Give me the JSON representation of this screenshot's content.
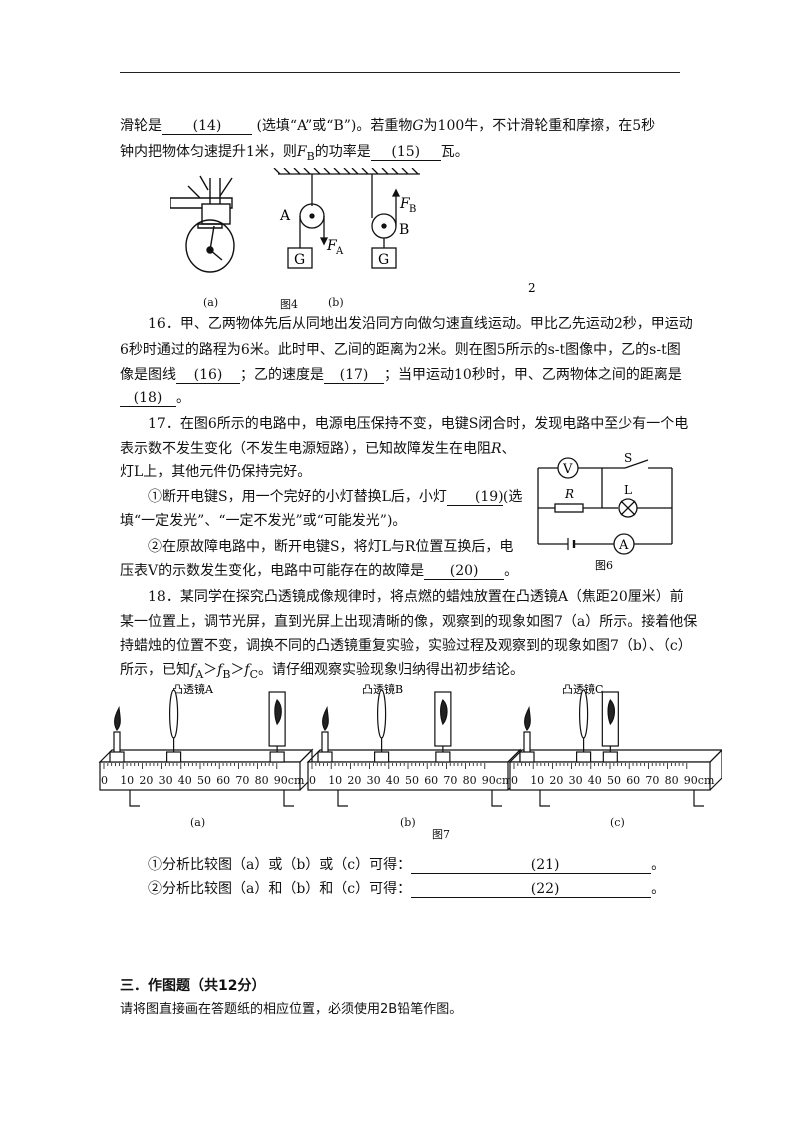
{
  "q15": {
    "line1_a": "滑轮是",
    "blank14": "(14)",
    "line1_b": "(选填“A”或“B”)。若重物",
    "G": "G",
    "line1_c": "为100牛，不计滑轮重和摩擦，在5秒",
    "line2_a": "钟内把物体匀速提升1米，则",
    "FB": "F",
    "FB_sub": "B",
    "line2_b": "的功率是",
    "blank15": "(15)",
    "line2_c": "瓦。"
  },
  "fig4": {
    "caption_a": "(a)",
    "caption": "图4",
    "caption_b": "(b)",
    "label_A": "A",
    "label_B": "B",
    "label_G1": "G",
    "label_G2": "G",
    "label_FA": "F",
    "label_FA_sub": "A",
    "label_FB": "F",
    "label_FB_sub": "B",
    "page_mark": "2"
  },
  "q16": {
    "line1": "16．甲、乙两物体先后从同地出发沿同方向做匀速直线运动。甲比乙先运动2秒，甲运动",
    "line2": "6秒时通过的路程为6米。此时甲、乙间的距离为2米。则在图5所示的s-t图像中，乙的s-t图",
    "line3_a": "像是图线",
    "blank16": "(16)",
    "line3_b": "；乙的速度是",
    "blank17": "(17)",
    "line3_c": "；当甲运动10秒时，甲、乙两物体之间的距离是",
    "blank18": "(18)",
    "line4_end": "。"
  },
  "q17": {
    "line1": "17．在图6所示的电路中，电源电压保持不变，电键S闭合时，发现电路中至少有一个电",
    "line2_a": "表示数不发生变化（不发生电源短路），已知故障发生在电阻",
    "R": "R",
    "line2_b": "、",
    "line3": "灯L上，其他元件仍保持完好。",
    "line4_a": "①断开电键S，用一个完好的小灯替换L后，小灯",
    "blank19": "(19)",
    "line4_b": "(选",
    "line5": "填“一定发光”、“一定不发光”或“可能发光”)。",
    "line6": "②在原故障电路中，断开电键S，将灯L与R位置互换后，电",
    "line7_a": "压表V的示数发生变化，电路中可能存在的故障是",
    "blank20": "(20)",
    "line7_b": "。"
  },
  "fig6": {
    "V": "V",
    "S": "S",
    "R": "R",
    "L": "L",
    "A": "A",
    "caption": "图6"
  },
  "q18": {
    "line1": "18．某同学在探究凸透镜成像规律时，将点燃的蜡烛放置在凸透镜A（焦距20厘米）前",
    "line2": "某一位置上，调节光屏，直到光屏上出现清晰的像，观察到的现象如图7（a）所示。接着他保",
    "line3": "持蜡烛的位置不变，调换不同的凸透镜重复实验，实验过程及观察到的现象如图7（b）、（c）",
    "line4_a": "所示，已知",
    "f": "f",
    "subA": "A",
    "subB": "B",
    "subC": "C",
    "gt": "＞",
    "line4_b": "。请仔细观察实验现象归纳得出初步结论。"
  },
  "fig7": {
    "lens_a": "凸透镜A",
    "lens_b": "凸透镜B",
    "lens_c": "凸透镜C",
    "ticks": [
      "0",
      "10",
      "20",
      "30",
      "40",
      "50",
      "60",
      "70",
      "80",
      "90cm"
    ],
    "caption_a": "(a)",
    "caption_b": "(b)",
    "caption_c": "(c)",
    "caption": "图7"
  },
  "analysis": {
    "line1": "①分析比较图（a）或（b）或（c）可得：",
    "blank21": "(21)",
    "line2": "②分析比较图（a）和（b）和（c）可得：",
    "blank22": "(22)",
    "end": "。"
  },
  "section3": {
    "title": "三．作图题（共12分）",
    "note": "请将图直接画在答题纸的相应位置，必须使用2B铅笔作图。"
  }
}
